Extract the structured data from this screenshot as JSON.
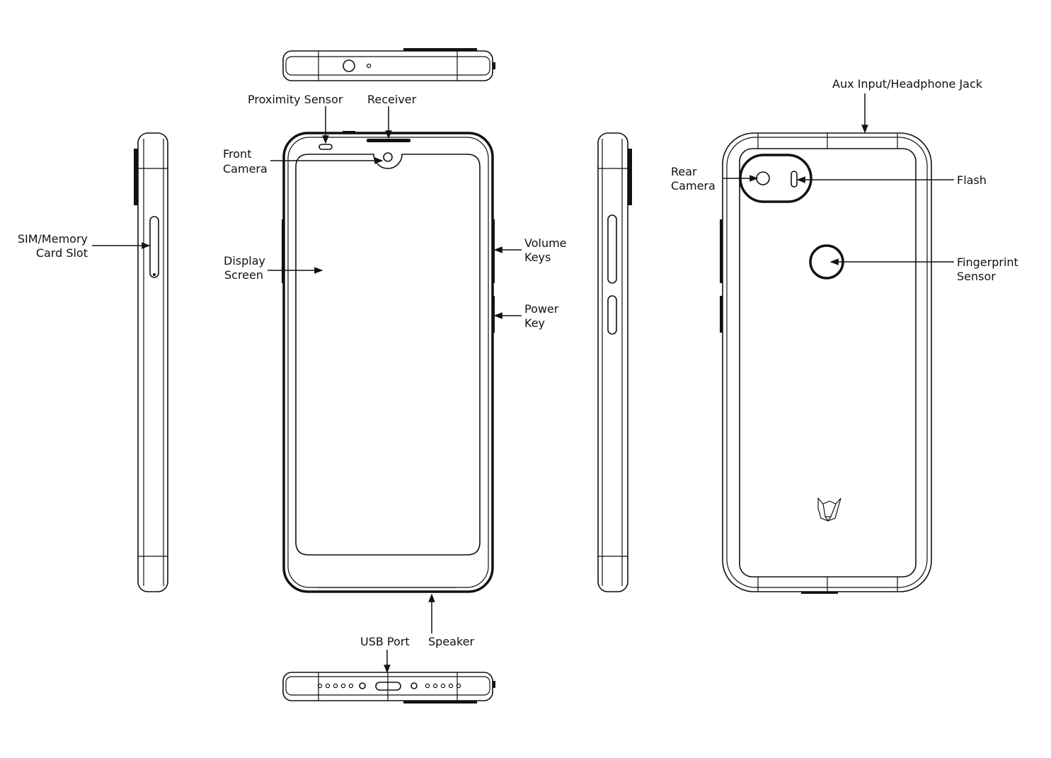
{
  "labels": {
    "proximity_sensor": "Proximity Sensor",
    "receiver": "Receiver",
    "front_camera": [
      "Front",
      "Camera"
    ],
    "display_screen": [
      "Display",
      "Screen"
    ],
    "sim_memory_card_slot": [
      "SIM/Memory",
      "Card Slot"
    ],
    "volume_keys": [
      "Volume",
      "Keys"
    ],
    "power_key": [
      "Power",
      "Key"
    ],
    "usb_port": "USB Port",
    "speaker": "Speaker",
    "aux_input_headphone_jack": "Aux Input/Headphone Jack",
    "rear_camera": [
      "Rear",
      "Camera"
    ],
    "flash": "Flash",
    "fingerprint_sensor": [
      "Fingerprint",
      "Sensor"
    ]
  },
  "colors": {
    "line": "#111111",
    "background": "#ffffff"
  }
}
